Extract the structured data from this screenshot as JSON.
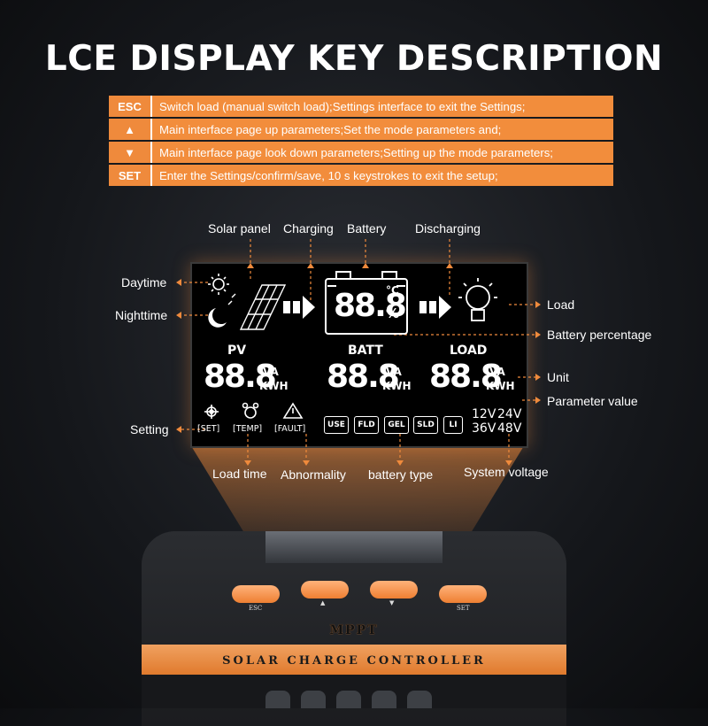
{
  "title": "LCE DISPLAY KEY DESCRIPTION",
  "keys": [
    {
      "key": "ESC",
      "desc": "Switch load (manual switch load);Settings interface to exit the Settings;"
    },
    {
      "key": "▲",
      "desc": "Main interface page up parameters;Set the mode parameters and;"
    },
    {
      "key": "▼",
      "desc": "Main interface page look down parameters;Setting up the mode parameters;"
    },
    {
      "key": "SET",
      "desc": "Enter the Settings/confirm/save, 10 s keystrokes to exit the setup;"
    }
  ],
  "labels": {
    "solar_panel": "Solar panel",
    "charging": "Charging",
    "battery": "Battery",
    "discharging": "Discharging",
    "daytime": "Daytime",
    "nighttime": "Nighttime",
    "load": "Load",
    "battery_percentage": "Battery percentage",
    "unit": "Unit",
    "parameter_value": "Parameter value",
    "setting": "Setting",
    "load_time": "Load time",
    "abnormality": "Abnormality",
    "battery_type": "battery type",
    "system_voltage": "System voltage"
  },
  "lcd": {
    "battery_value": "88.8",
    "celsius": "°C",
    "percent": "%",
    "pv_header": "PV",
    "batt_header": "BATT",
    "load_header": "LOAD",
    "pv_value": "88.8",
    "batt_value": "88.8",
    "load_value": "88.8",
    "unit_va": "VA",
    "unit_kwh": "KWH",
    "set_tag": "[SET]",
    "temp_tag": "[TEMP]",
    "fault_tag": "[FAULT]",
    "battery_types": [
      "USE",
      "FLD",
      "GEL",
      "SLD",
      "LI"
    ],
    "voltages": [
      "12V",
      "24V",
      "36V",
      "48V"
    ]
  },
  "device": {
    "buttons": [
      "ESC",
      "▲",
      "▼",
      "SET"
    ],
    "brand": "MPPT",
    "name": "SOLAR CHARGE CONTROLLER"
  },
  "colors": {
    "accent": "#ef8a3c",
    "background": "#15171b",
    "lcd": "#000000"
  }
}
